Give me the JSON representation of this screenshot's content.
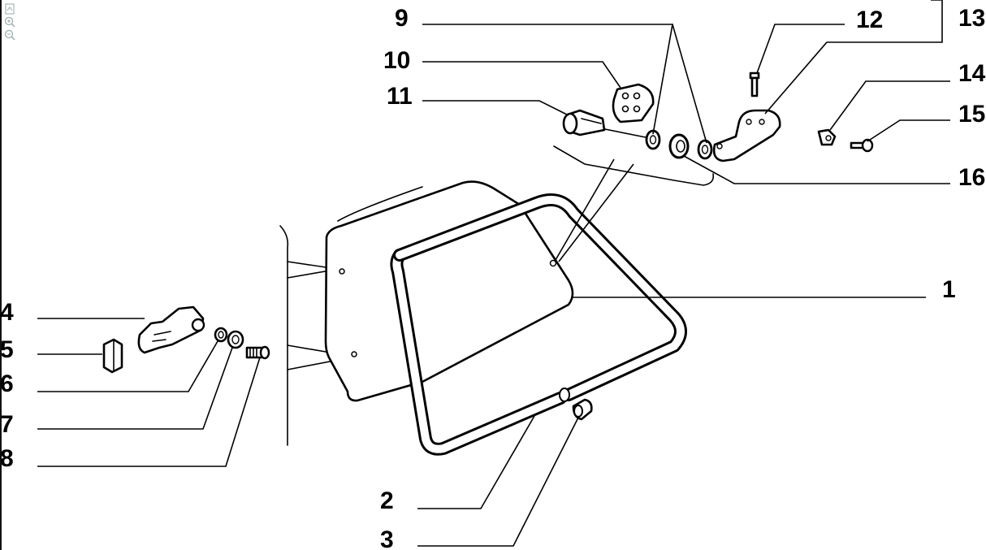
{
  "viewer": {
    "tools": [
      {
        "name": "fit-page-icon"
      },
      {
        "name": "zoom-in-icon"
      },
      {
        "name": "zoom-out-icon"
      }
    ]
  },
  "callouts": {
    "c1": "1",
    "c2": "2",
    "c3": "3",
    "c4": "4",
    "c5": "5",
    "c6": "6",
    "c7": "7",
    "c8": "8",
    "c9": "9",
    "c10": "10",
    "c11": "11",
    "c12": "12",
    "c13": "13",
    "c14": "14",
    "c15": "15",
    "c16": "16"
  }
}
